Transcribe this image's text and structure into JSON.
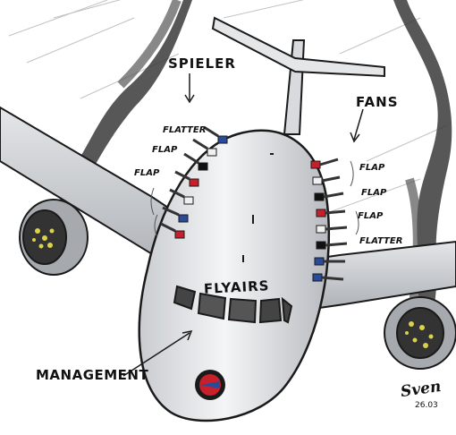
{
  "labels": {
    "players": "SPIELER",
    "fans": "FANS",
    "management": "MANAGEMENT",
    "airline": "FLYAIRS",
    "flatter_left": "FLATTER",
    "flap_left_1": "FLAP",
    "flap_left_2": "FLAP",
    "flap_right_1": "FLAP",
    "flap_right_2": "FLAP",
    "flap_right_3": "FLAP",
    "flatter_right": "FLATTER"
  },
  "signature": {
    "name": "Sven",
    "date": "26.03"
  },
  "colors": {
    "fuselage": "#eef0f2",
    "outline": "#1a1a1a",
    "smoke": "#3a3a3a",
    "flame": "#d9d24a",
    "badge_red": "#c8202a",
    "badge_blue": "#2a4a9a"
  }
}
